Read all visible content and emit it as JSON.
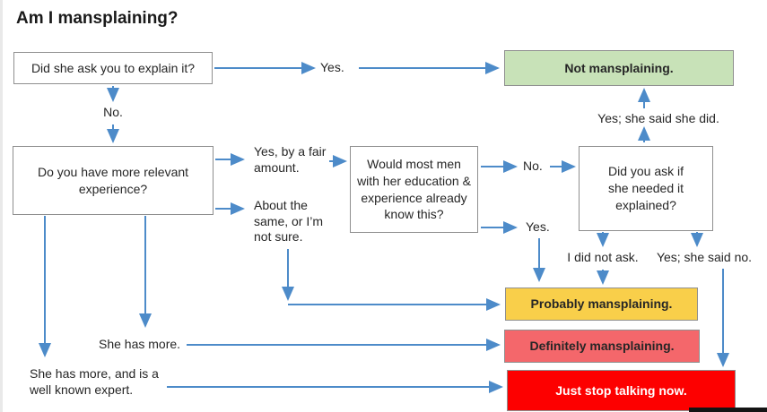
{
  "title": "Am I mansplaining?",
  "nodes": {
    "q_explain": "Did she ask you to explain it?",
    "q_experience": "Do you have more relevant experience?",
    "q_most_men": "Would most men with her education & experience already know this?",
    "q_did_you_ask": "Did you ask if she needed it explained?",
    "not_mansplaining": "Not mansplaining.",
    "probably": "Probably mansplaining.",
    "definitely": "Definitely mansplaining.",
    "just_stop": "Just stop talking now."
  },
  "edge_labels": {
    "yes_top": "Yes.",
    "no_top": "No.",
    "yes_fair": "Yes, by a fair amount.",
    "about_same": "About the same, or I’m not sure.",
    "no_mid": "No.",
    "yes_mid": "Yes.",
    "yes_she_said_did": "Yes; she said she did.",
    "i_did_not_ask": "I did not ask.",
    "yes_she_said_no": "Yes; she said no.",
    "she_has_more": "She has more.",
    "she_has_more_expert": "She has more, and is a well known expert."
  },
  "colors": {
    "arrow": "#4d8bc9",
    "green_box": "#c8e2b8",
    "yellow_box": "#f9cf4a",
    "salmon_box": "#f4676b",
    "red_box": "#fd0000",
    "box_border": "#8f8f8f",
    "text": "#262626"
  }
}
